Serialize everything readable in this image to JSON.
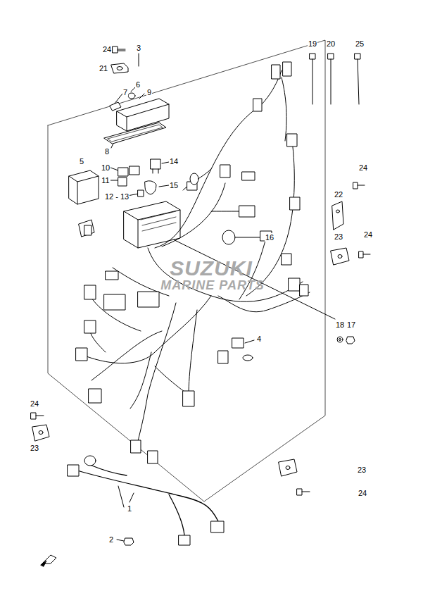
{
  "diagram": {
    "labels": [
      "24",
      "3",
      "21",
      "6",
      "7",
      "9",
      "8",
      "5",
      "10",
      "14",
      "11",
      "15",
      "12 - 13",
      "16",
      "19",
      "20",
      "25",
      "22",
      "24",
      "23",
      "24",
      "18",
      "17",
      "4",
      "24",
      "23",
      "23",
      "24",
      "1",
      "2",
      "SUZUKI",
      "MARINE PARTS"
    ]
  }
}
